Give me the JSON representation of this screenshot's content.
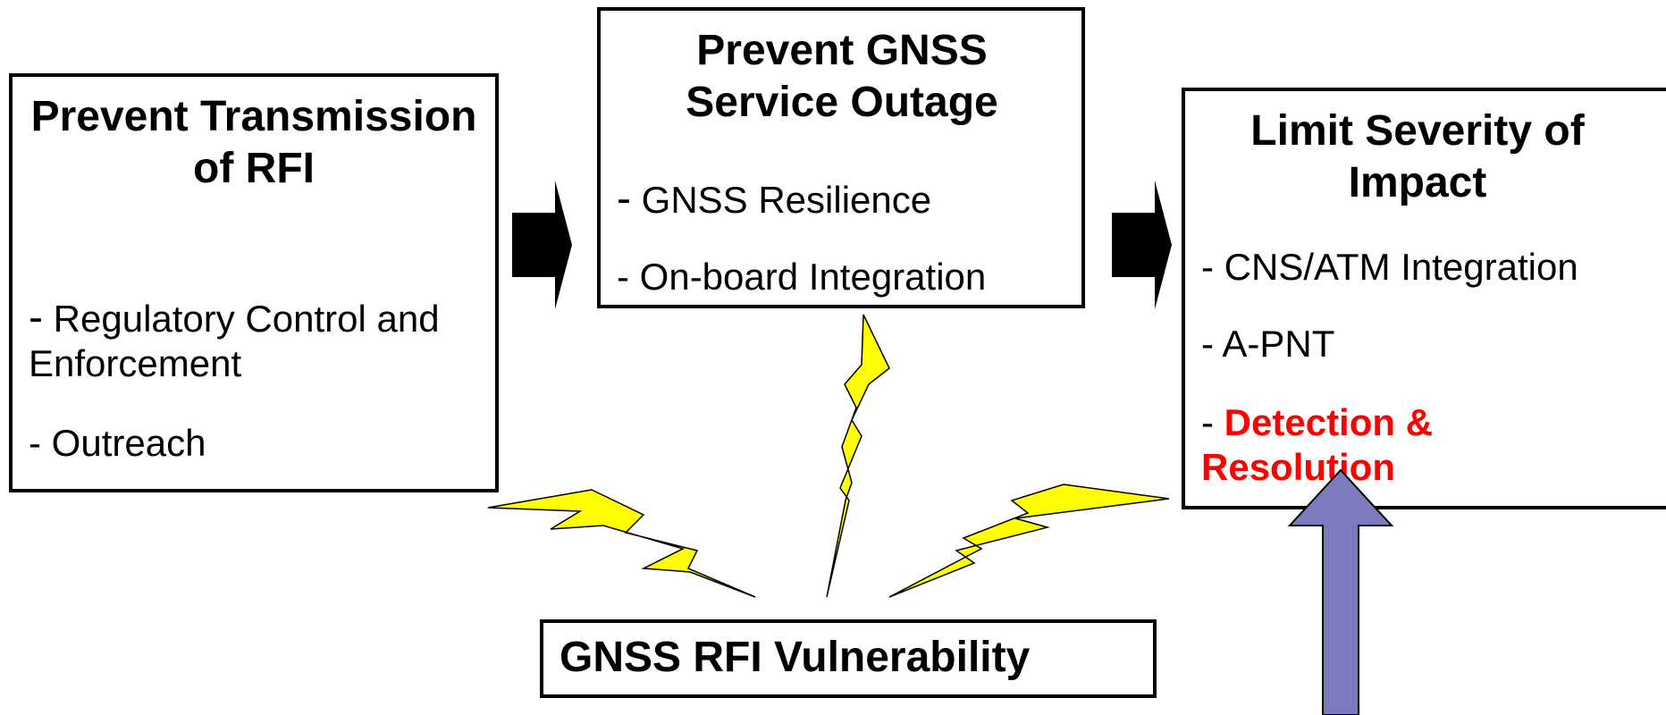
{
  "diagram": {
    "box_left": {
      "title": "Prevent Transmission of RFI",
      "items": [
        {
          "dash": "-",
          "text": "Regulatory Control and Enforcement"
        },
        {
          "dash": "-",
          "text": "Outreach"
        }
      ]
    },
    "box_middle": {
      "title": "Prevent GNSS Service Outage",
      "items": [
        {
          "dash": "-",
          "text": "GNSS Resilience"
        },
        {
          "dash": "-",
          "text": "On-board Integration"
        }
      ]
    },
    "box_right": {
      "title": "Limit Severity of Impact",
      "items": [
        {
          "dash": "-",
          "text": "CNS/ATM Integration"
        },
        {
          "dash": "-",
          "text": "A-PNT"
        },
        {
          "dash": "-",
          "text": "Detection & Resolution",
          "highlight": true
        }
      ]
    },
    "box_bottom": {
      "title": "GNSS RFI Vulnerability"
    },
    "colors": {
      "lightning": "#ffff00",
      "up_arrow": "#7b7bbd",
      "highlight_text": "#ff0000"
    }
  }
}
